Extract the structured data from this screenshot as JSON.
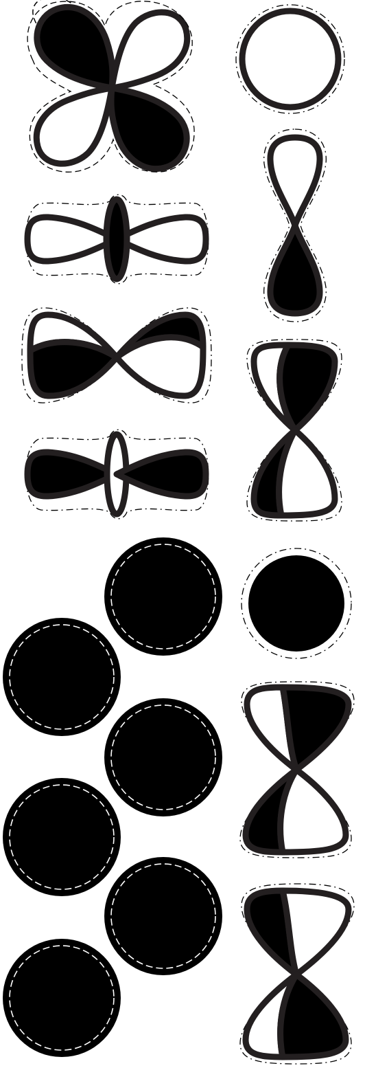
{
  "sheet": {
    "description_visible_text": "",
    "colors": {
      "ink": "#231f20",
      "fill_dark": "#000000",
      "fill_light": "#ffffff",
      "cut_line": "#000000",
      "cut_line_on_dark": "#ffffff"
    },
    "stickers": [
      {
        "id": "d-orbital-clover",
        "icon": "clover-4-lobe-icon"
      },
      {
        "id": "s-orbital-ring",
        "icon": "ring-icon"
      },
      {
        "id": "dz2-horizontal",
        "icon": "dz2-horizontal-icon"
      },
      {
        "id": "p-orbital-vertical",
        "icon": "dumbbell-vertical-icon"
      },
      {
        "id": "bow-horizontal",
        "icon": "bow-horizontal-icon"
      },
      {
        "id": "bow-vertical-a",
        "icon": "bow-vertical-icon"
      },
      {
        "id": "dz2-horizontal-dark",
        "icon": "dz2-horizontal-dark-icon"
      },
      {
        "id": "solid-disc",
        "icon": "disc-icon"
      },
      {
        "id": "bow-vertical-b",
        "icon": "bow-vertical-icon"
      },
      {
        "id": "bow-vertical-c",
        "icon": "bow-vertical-icon"
      },
      {
        "id": "big-circles",
        "count": 6,
        "icon": "circle-stitched-icon"
      }
    ]
  }
}
